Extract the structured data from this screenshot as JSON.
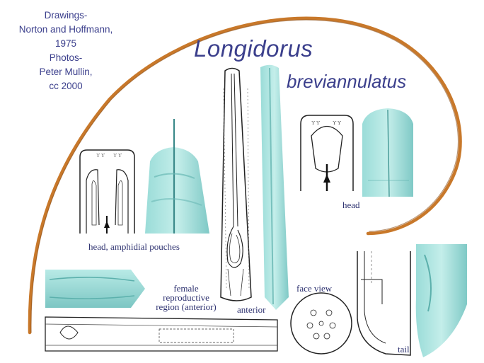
{
  "credits": [
    "Drawings-",
    "Norton and Hoffmann,",
    "1975",
    "Photos-",
    "Peter Mullin,",
    "cc 2000"
  ],
  "title": {
    "genus": "Longidorus",
    "species": "breviannulatus"
  },
  "captions": {
    "head_amphidial": "head, amphidial pouches",
    "head": "head",
    "female_reproductive": [
      "female",
      "reproductive",
      "region (anterior)"
    ],
    "anterior": "anterior",
    "face_view": "face view",
    "tail": "tail"
  },
  "colors": {
    "title_text": "#3b3f8c",
    "nematode_body": "#c8782a",
    "photo_tint": "#8fd3d0",
    "drawing_ink": "#222222"
  }
}
